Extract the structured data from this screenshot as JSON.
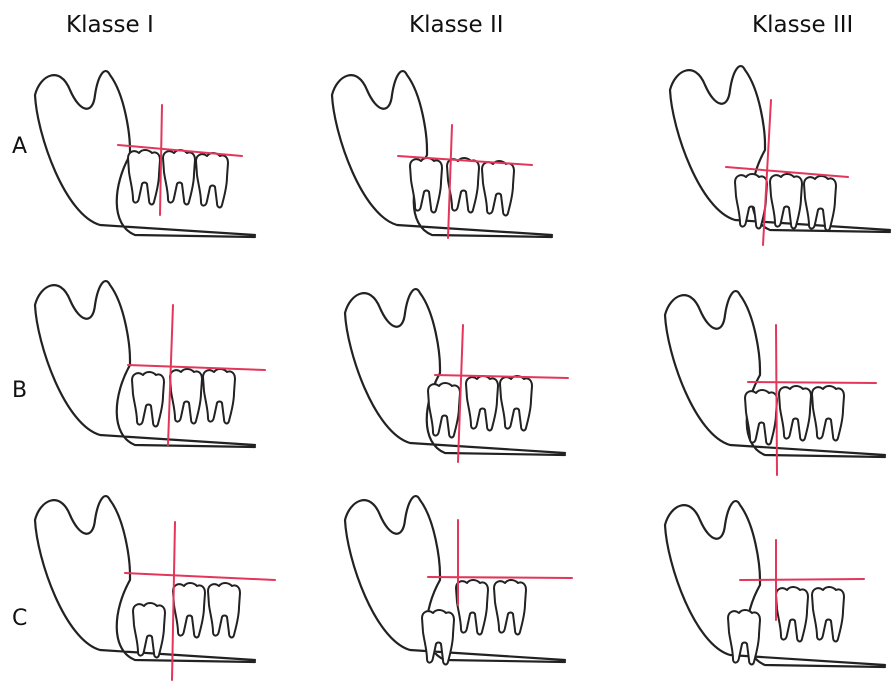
{
  "columns": [
    "Klasse I",
    "Klasse II",
    "Klasse III"
  ],
  "rows": [
    "A",
    "B",
    "C"
  ],
  "colors": {
    "reference_line": "#e2375a",
    "outline": "#222222"
  }
}
